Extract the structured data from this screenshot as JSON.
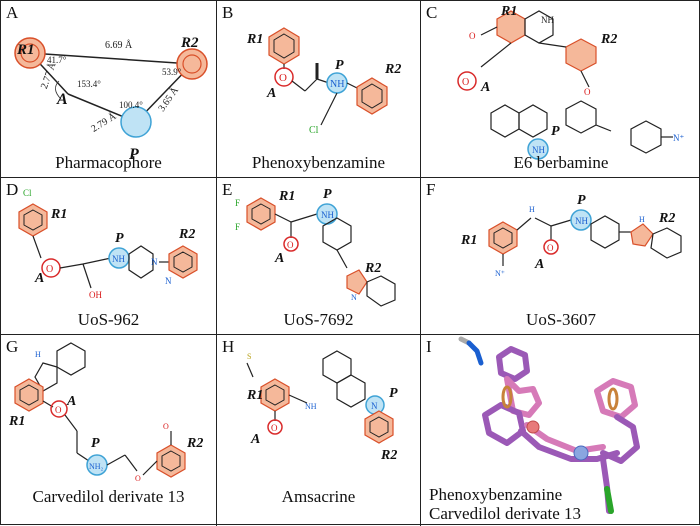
{
  "panels": [
    {
      "letter": "A",
      "caption": "Pharmacophore"
    },
    {
      "letter": "B",
      "caption": "Phenoxybenzamine"
    },
    {
      "letter": "C",
      "caption": "E6 berbamine"
    },
    {
      "letter": "D",
      "caption": "UoS-962"
    },
    {
      "letter": "E",
      "caption": "UoS-7692"
    },
    {
      "letter": "F",
      "caption": "UoS-3607"
    },
    {
      "letter": "G",
      "caption": "Carvedilol derivate 13"
    },
    {
      "letter": "H",
      "caption": "Amsacrine"
    },
    {
      "letter": "I",
      "caption_line1": "Phenoxybenzamine",
      "caption_line2": "Carvedilol derivate 13"
    }
  ],
  "labels": {
    "r1": "R1",
    "r2": "R2",
    "a": "A",
    "p": "P"
  },
  "pharmacophore": {
    "d_r1_r2": "6.69 Å",
    "d_r1_a": "2.77 Å",
    "d_a_p": "2.79 Å",
    "d_r2_p": "3.65 Å",
    "ang_r1": "41.7°",
    "ang_a": "153.4°",
    "ang_p": "100.4°",
    "ang_r2": "53.9°"
  },
  "atoms": {
    "nh_plus": "NH",
    "nh2_plus": "NH₂",
    "n_plus": "N",
    "n": "N",
    "nh": "NH",
    "o": "O",
    "cl": "Cl",
    "f": "F",
    "oh": "OH",
    "h": "H",
    "no2": "N⁺",
    "s": "S",
    "plus": "+"
  },
  "colors": {
    "ring_fill": "#f5b89a",
    "ring_stroke": "#d9502a",
    "p_fill": "#bfe3f5",
    "p_stroke": "#3fa3d6",
    "a_stroke": "#d92a2a",
    "blue_atom": "#1a5fd0",
    "green_atom": "#2aa52a",
    "red_atom": "#d91a1a",
    "stick_purple": "#9b59b6",
    "stick_pink": "#d67ab8"
  }
}
